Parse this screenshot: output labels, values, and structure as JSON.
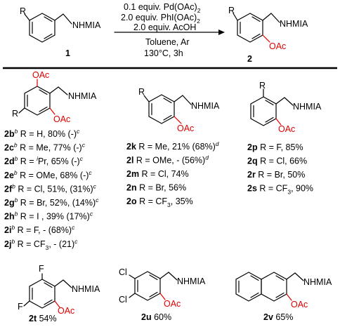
{
  "scheme": {
    "atom_r": "R",
    "amide": "NHMIA",
    "acetoxy": "OAc",
    "start_label": "1",
    "product_label": "2",
    "cond1_pre": "0.1 equiv. Pd(OAc)",
    "cond1_sub": "2",
    "cond2_pre": "2.0 equiv. PhI(OAc)",
    "cond2_sub": "2",
    "cond3": "2.0 equiv. AcOH",
    "cond4": "Toluene, Ar",
    "cond5": "130°C, 3h"
  },
  "col1": [
    {
      "id": "2b",
      "sup": "b",
      "text": " R = H, 80% (-)",
      "note": "c"
    },
    {
      "id": "2c",
      "sup": "b",
      "text": " R = Me, 77% (-)",
      "note": "c"
    },
    {
      "id": "2d",
      "sup": "b",
      "text": " R = ",
      "ital": "i",
      "text2": "Pr, 65% (-)",
      "note": "c"
    },
    {
      "id": "2e",
      "sup": "b",
      "text": " R = OMe, 68% (-)",
      "note": "c"
    },
    {
      "id": "2f",
      "sup": "b",
      "text": " R = Cl, 51%, (31%)",
      "note": "c"
    },
    {
      "id": "2g",
      "sup": "b",
      "text": " R = Br, 52%, (14%)",
      "note": "c"
    },
    {
      "id": "2h",
      "sup": "b",
      "text": " R = I , 39% (17%)",
      "note": "c"
    },
    {
      "id": "2i",
      "sup": "b",
      "text": " R = F, - (68%)",
      "note": "c"
    },
    {
      "id": "2j",
      "sup": "b",
      "text": " R = CF",
      "sub": "3",
      "text2": ", - (21)",
      "note": "c"
    }
  ],
  "col2": [
    {
      "id": "2k",
      "text": " R = Me, 21% (68%)",
      "note": "d"
    },
    {
      "id": "2l",
      "text": " R = OMe, - (56%)",
      "note": "d"
    },
    {
      "id": "2m",
      "text": " R = Cl, 74%"
    },
    {
      "id": "2n",
      "text": " R = Br, 56%"
    },
    {
      "id": "2o",
      "text": " R = CF",
      "sub": "3",
      "text2": ", 35%"
    }
  ],
  "col3": [
    {
      "id": "2p",
      "text": " R = F, 85%"
    },
    {
      "id": "2q",
      "text": " R = Cl, 66%"
    },
    {
      "id": "2r",
      "text": " R = Br, 50%"
    },
    {
      "id": "2s",
      "text": " R = CF",
      "sub": "3",
      "text2": ", 90%"
    }
  ],
  "bottom": [
    {
      "id": "2t",
      "yield": " 54%",
      "sub1": "F",
      "sub2": "F"
    },
    {
      "id": "2u",
      "yield": " 60%",
      "sub1": "Cl",
      "sub2": "Cl"
    },
    {
      "id": "2v",
      "yield": " 65%"
    }
  ],
  "colors": {
    "red": "#e00000",
    "black": "#000000"
  }
}
